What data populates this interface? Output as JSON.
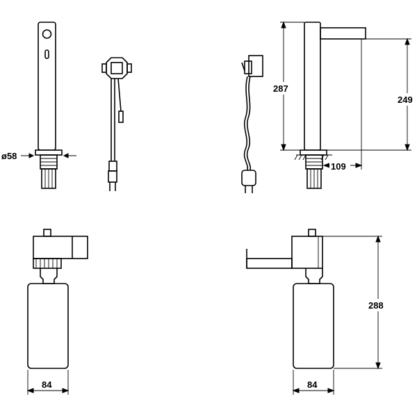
{
  "dimensions": {
    "diameter_top": "ø58",
    "height_total": "287",
    "height_spout": "249",
    "spout_reach": "109",
    "dispenser_height": "288",
    "bottle_width_left": "84",
    "bottle_width_right": "84"
  }
}
